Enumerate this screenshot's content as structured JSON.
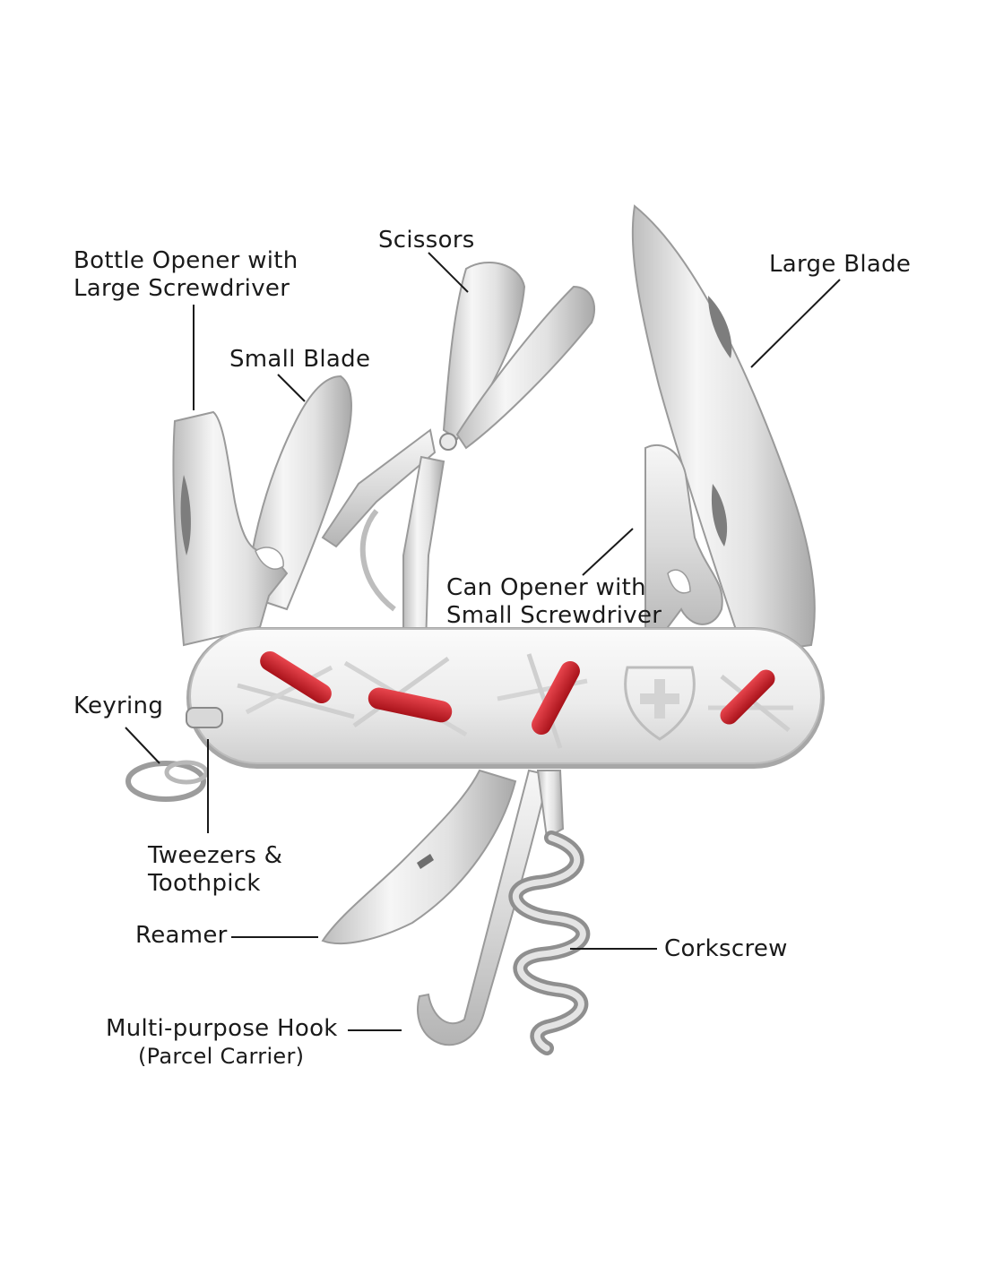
{
  "labels": {
    "bottle_opener": {
      "line1": "Bottle Opener with",
      "line2": "Large Screwdriver"
    },
    "scissors": "Scissors",
    "large_blade": "Large Blade",
    "small_blade": "Small Blade",
    "can_opener": {
      "line1": "Can Opener with",
      "line2": "Small Screwdriver"
    },
    "keyring": "Keyring",
    "tweezers": {
      "line1": "Tweezers &",
      "line2": "Toothpick"
    },
    "reamer": "Reamer",
    "corkscrew": "Corkscrew",
    "hook": {
      "line1": "Multi-purpose Hook",
      "line2": "(Parcel Carrier)"
    }
  },
  "colors": {
    "steel_light": "#f4f4f4",
    "steel_mid": "#cfcfcf",
    "steel_dark": "#8e8e8e",
    "handle_red": "#d0202a",
    "leader_line": "#1a1a1a"
  }
}
